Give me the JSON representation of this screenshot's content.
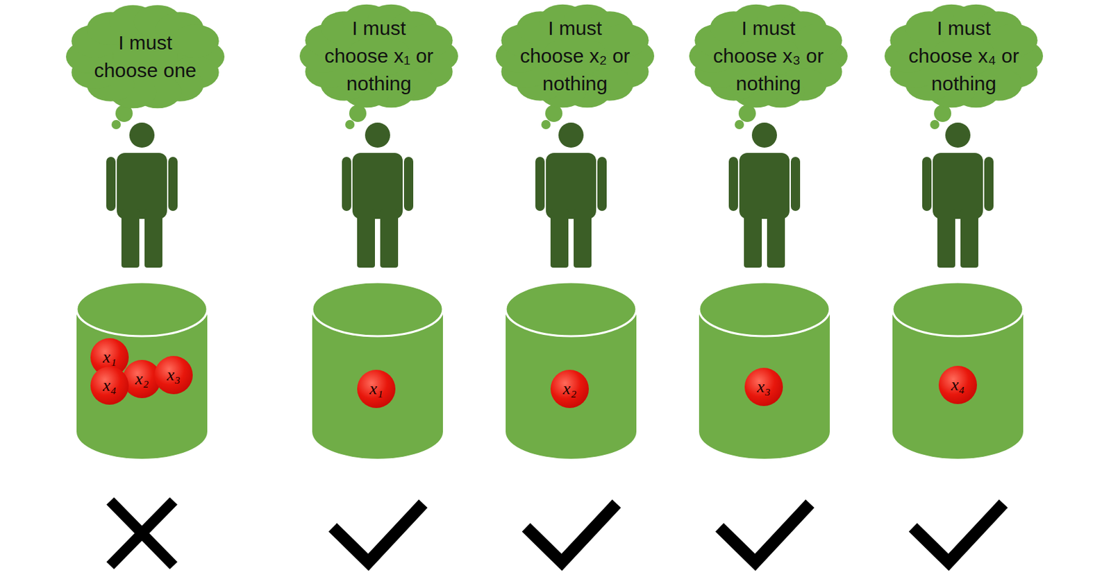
{
  "diagram": {
    "nodes": [
      {
        "text": [
          "I must choose one"
        ]
      },
      {
        "text": [
          "I must choose x₁ or nothing"
        ]
      },
      {
        "text": [
          "I must choose x₂ or nothing"
        ]
      },
      {
        "text": [
          "I must choose x₃ or nothing"
        ]
      },
      {
        "text": [
          "I must choose x₄ or nothing"
        ]
      },
      {
        "text": [
          "x₁"
        ]
      },
      {
        "text": [
          "x₂"
        ]
      },
      {
        "text": [
          "x₃"
        ]
      },
      {
        "text": [
          "x₄"
        ]
      },
      {
        "text": [
          "x₁"
        ]
      },
      {
        "text": [
          "x₂"
        ]
      },
      {
        "text": [
          "x₃"
        ]
      },
      {
        "text": [
          "x₄"
        ]
      }
    ]
  }
}
